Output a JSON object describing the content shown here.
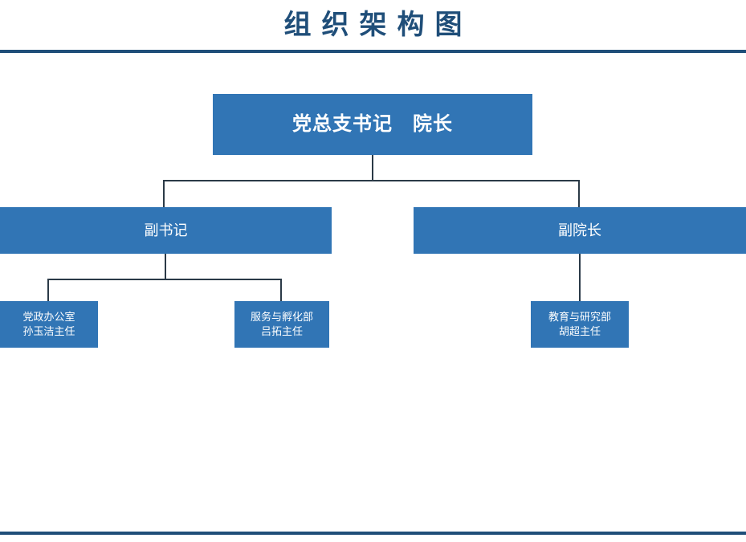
{
  "header": {
    "title": "组织架构图"
  },
  "colors": {
    "node_fill": "#3175b5",
    "node_text": "#ffffff",
    "title_text": "#1f4e79",
    "rule": "#1f4e79",
    "connector": "#2b3a47",
    "background": "#ffffff"
  },
  "chart_data": {
    "type": "diagram",
    "title": "组织架构图",
    "orientation": "top-down",
    "levels": 3,
    "nodes": [
      {
        "id": "root",
        "level": 1,
        "label": "党总支书记　院长",
        "lines": [
          "党总支书记　院长"
        ],
        "parent": null
      },
      {
        "id": "deputy-secretary",
        "level": 2,
        "label": "副书记",
        "lines": [
          "副书记"
        ],
        "parent": "root"
      },
      {
        "id": "deputy-dean",
        "level": 2,
        "label": "副院长",
        "lines": [
          "副院长"
        ],
        "parent": "root"
      },
      {
        "id": "party-admin-office",
        "level": 3,
        "label": "党政办公室 孙玉洁主任",
        "lines": [
          "党政办公室",
          "孙玉洁主任"
        ],
        "parent": "deputy-secretary"
      },
      {
        "id": "service-incubation-dept",
        "level": 3,
        "label": "服务与孵化部 吕拓主任",
        "lines": [
          "服务与孵化部",
          "吕拓主任"
        ],
        "parent": "deputy-secretary"
      },
      {
        "id": "education-research-dept",
        "level": 3,
        "label": "教育与研究部 胡超主任",
        "lines": [
          "教育与研究部",
          "胡超主任"
        ],
        "parent": "deputy-dean"
      }
    ],
    "edges": [
      {
        "from": "root",
        "to": "deputy-secretary"
      },
      {
        "from": "root",
        "to": "deputy-dean"
      },
      {
        "from": "deputy-secretary",
        "to": "party-admin-office"
      },
      {
        "from": "deputy-secretary",
        "to": "service-incubation-dept"
      },
      {
        "from": "deputy-dean",
        "to": "education-research-dept"
      }
    ]
  }
}
